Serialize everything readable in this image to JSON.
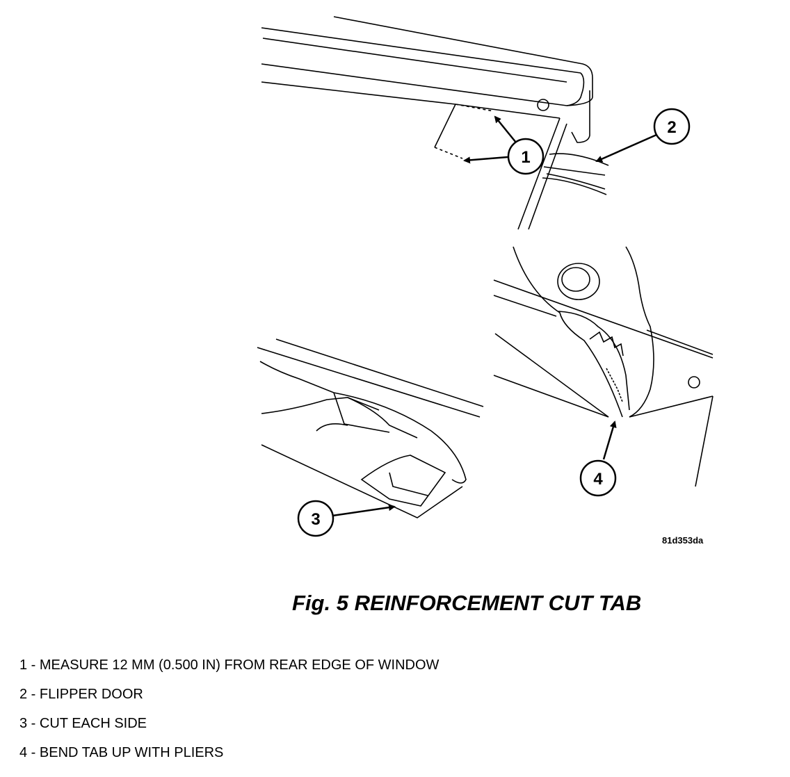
{
  "figure": {
    "code": "81d353da",
    "caption": "Fig. 5 REINFORCEMENT CUT TAB"
  },
  "callouts": [
    {
      "number": "1",
      "text": "MEASURE 12 MM (0.500 IN) FROM REAR EDGE OF WINDOW"
    },
    {
      "number": "2",
      "text": "FLIPPER DOOR"
    },
    {
      "number": "3",
      "text": "CUT EACH SIDE"
    },
    {
      "number": "4",
      "text": "BEND TAB UP WITH PLIERS"
    }
  ],
  "legend": [
    "1 - MEASURE 12 MM (0.500 IN) FROM REAR EDGE OF WINDOW",
    "2 - FLIPPER DOOR",
    "3 - CUT EACH SIDE",
    "4 - BEND TAB UP WITH PLIERS"
  ]
}
